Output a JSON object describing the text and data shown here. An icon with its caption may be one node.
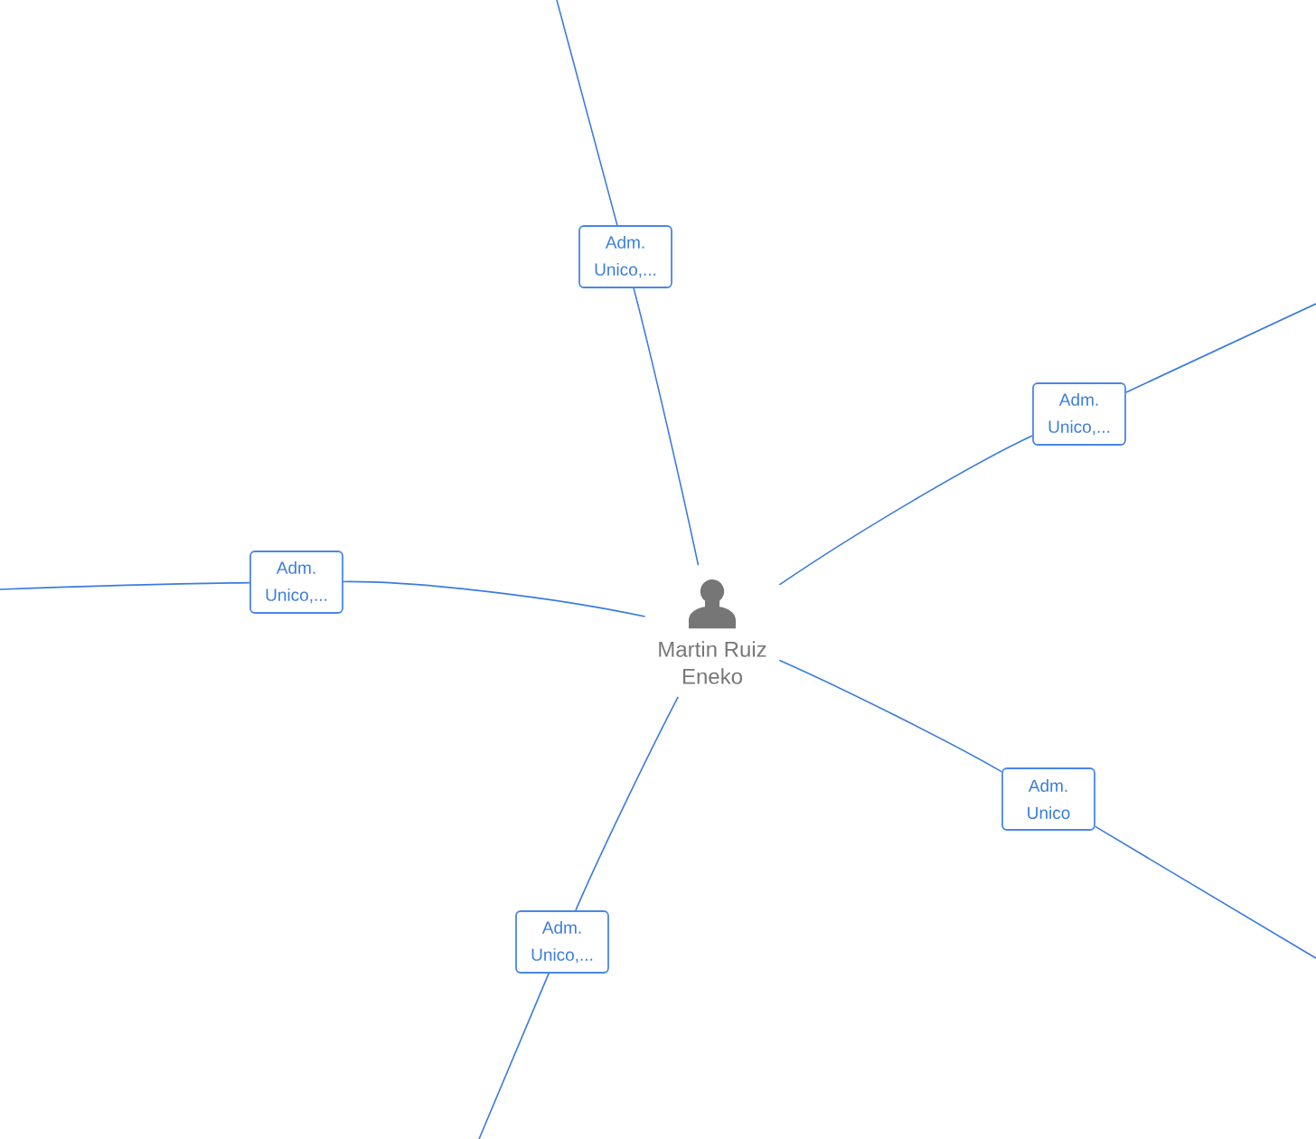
{
  "diagram": {
    "nodes": [
      {
        "text": [
          "Martin Ruiz Eneko"
        ]
      },
      {
        "text": [
          "Adm. Unico,..."
        ]
      },
      {
        "text": [
          "Adm. Unico,..."
        ]
      },
      {
        "text": [
          "Adm. Unico,..."
        ]
      },
      {
        "text": [
          "Adm. Unico"
        ]
      },
      {
        "text": [
          "Adm. Unico,..."
        ]
      }
    ],
    "edges": [
      {
        "from": 0,
        "to": 1,
        "arrow": "none"
      },
      {
        "from": 1,
        "to": null,
        "arrow": "none"
      },
      {
        "from": 0,
        "to": 2,
        "arrow": "none"
      },
      {
        "from": 2,
        "to": null,
        "arrow": "none"
      },
      {
        "from": 0,
        "to": 3,
        "arrow": "none"
      },
      {
        "from": 3,
        "to": null,
        "arrow": "none"
      },
      {
        "from": 0,
        "to": 4,
        "arrow": "none"
      },
      {
        "from": 4,
        "to": null,
        "arrow": "none"
      },
      {
        "from": 0,
        "to": 5,
        "arrow": "none"
      },
      {
        "from": 5,
        "to": null,
        "arrow": "none"
      }
    ]
  }
}
